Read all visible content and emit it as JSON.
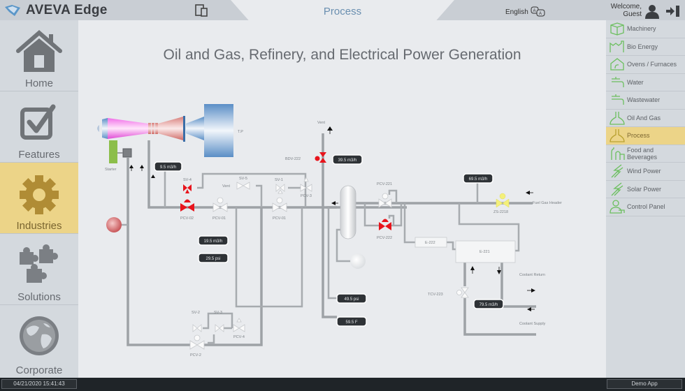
{
  "header": {
    "app_name": "AVEVA Edge",
    "page_title": "Process",
    "language": "English",
    "welcome_line1": "Welcome,",
    "welcome_line2": "Guest"
  },
  "left_nav": [
    {
      "label": "Home",
      "icon": "home-icon",
      "active": false
    },
    {
      "label": "Features",
      "icon": "checkbox-icon",
      "active": false
    },
    {
      "label": "Industries",
      "icon": "gear-icon",
      "active": true
    },
    {
      "label": "Solutions",
      "icon": "puzzle-icon",
      "active": false
    },
    {
      "label": "Corporate",
      "icon": "globe-icon",
      "active": false
    }
  ],
  "right_nav": [
    {
      "label": "Machinery",
      "icon": "box-icon",
      "active": false
    },
    {
      "label": "Bio Energy",
      "icon": "factory-icon",
      "active": false
    },
    {
      "label": "Ovens / Furnaces",
      "icon": "oven-icon",
      "active": false
    },
    {
      "label": "Water",
      "icon": "faucet-icon",
      "active": false
    },
    {
      "label": "Wastewater",
      "icon": "faucet-icon",
      "active": false
    },
    {
      "label": "Oil And Gas",
      "icon": "flask-icon",
      "active": false
    },
    {
      "label": "Process",
      "icon": "flask-icon",
      "active": true
    },
    {
      "label": "Food and Beverages",
      "icon": "bottle-icon",
      "active": false
    },
    {
      "label": "Wind Power",
      "icon": "lightning-icon",
      "active": false
    },
    {
      "label": "Solar Power",
      "icon": "lightning-icon",
      "active": false
    },
    {
      "label": "Control Panel",
      "icon": "operator-icon",
      "active": false
    }
  ],
  "main": {
    "title": "Oil and Gas, Refinery, and Electrical Power Generation",
    "labels": {
      "tp": "T.P",
      "starter": "Starter",
      "vent_top": "Vent",
      "vent_sv5": "Vent",
      "bdv222": "BDV-222",
      "sv4": "SV-4",
      "sv5": "SV-5",
      "sv1": "SV-1",
      "pcv3": "PCV-3",
      "pcv02": "PCV-02",
      "pcv01a": "PCV-01",
      "pcv01b": "PCV-01",
      "pcv221": "PCV-221",
      "pcv222": "PCV-222",
      "zs2218": "ZS-2218",
      "fuel_gas_header": "Fuel Gas Header",
      "e222": "E-222",
      "e221": "E-221",
      "coolant_return": "Coolant Return",
      "coolant_supply": "Coolant Supply",
      "tcv223": "TCV-223",
      "sv2": "SV-2",
      "sv3": "SV-3",
      "pcv4": "PCV-4",
      "pcv2": "PCV-2"
    },
    "readings": {
      "flow1": "9.5 m3/h",
      "flow_bdv": "39.5 m3/h",
      "flow_fuel": "69.5 m3/h",
      "flow_mid": "19.5 m3/h",
      "press_mid": "29.5 psi",
      "press_vessel": "49.5 psi",
      "temp_vessel": "59.5 F",
      "flow_coolant": "79.5 m3/h"
    },
    "valve_states": {
      "sv4": "alarm",
      "pcv02": "alarm",
      "bdv222": "alarm",
      "pcv222": "alarm",
      "zs2218": "warning"
    }
  },
  "status_bar": {
    "datetime": "04/21/2020 15:41:43",
    "app_mode": "Demo App"
  },
  "colors": {
    "active_bg": "#ecd488",
    "alarm_red": "#e8141c",
    "warning_yellow": "#f4f07a",
    "icon_green": "#6cbf5f"
  }
}
